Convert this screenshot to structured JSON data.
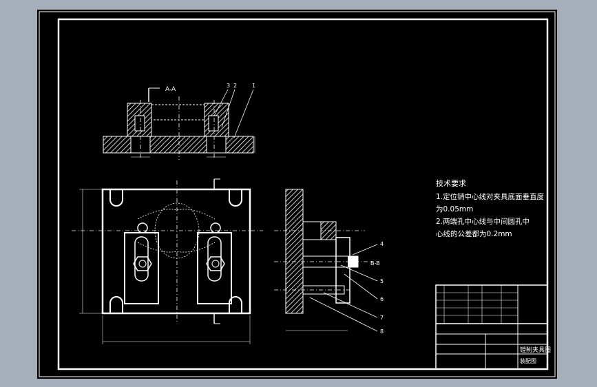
{
  "section_label": "A-A",
  "section_callouts": [
    "3",
    "2",
    "1"
  ],
  "side_callouts": [
    "4",
    "B-B",
    "5",
    "6",
    "7",
    "8"
  ],
  "notes": {
    "heading": "技术要求",
    "line1": "1.定位销中心线对夹具底面垂直度",
    "line2": "为0.05mm",
    "line3": "2.两端孔中心线与中间圆孔中",
    "line4": "心线的公差都为0.2mm"
  },
  "title_block": {
    "drawing_name": "镗削夹具图",
    "sub_label": "装配图"
  },
  "colors": {
    "sheet": "#000000",
    "background": "#a5aebb",
    "linework": "#ffffff"
  }
}
